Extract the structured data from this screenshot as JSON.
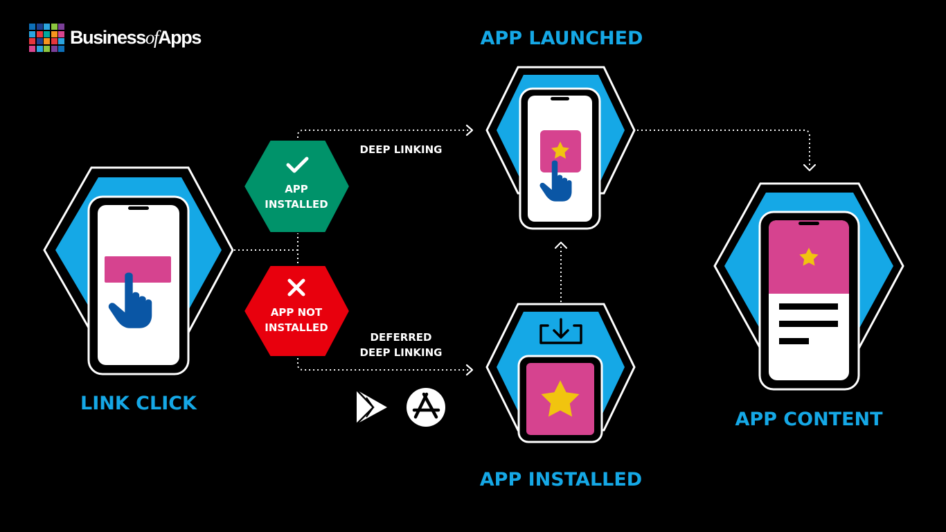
{
  "logo": {
    "word1": "Business",
    "word2": "of",
    "word3": "Apps",
    "grid_colors": [
      "#0d6fb8",
      "#1d3f8f",
      "#2ba5e0",
      "#8dc63f",
      "#7b3f98",
      "#2ba5e0",
      "#e8363d",
      "#00a99d",
      "#f7941d",
      "#d9458e",
      "#e8363d",
      "#1d3f8f",
      "#f7941d",
      "#e8363d",
      "#2ba5e0",
      "#d9458e",
      "#2ba5e0",
      "#8dc63f",
      "#7b3f98",
      "#0d6fb8"
    ]
  },
  "nodes": {
    "link_click": "LINK CLICK",
    "app_launched": "APP LAUNCHED",
    "app_installed": "APP INSTALLED",
    "app_content": "APP CONTENT"
  },
  "decisions": {
    "installed": {
      "line1": "APP",
      "line2": "INSTALLED"
    },
    "not_installed": {
      "line1": "APP NOT",
      "line2": "INSTALLED"
    }
  },
  "edges": {
    "deep_linking": "DEEP LINKING",
    "deferred_line1": "DEFERRED",
    "deferred_line2": "DEEP LINKING"
  },
  "icons": [
    "google-play-icon",
    "app-store-icon",
    "download-icon",
    "star-icon",
    "pointing-hand-icon",
    "checkmark-icon",
    "cross-icon"
  ],
  "colors": {
    "accent_blue": "#15a8e6",
    "installed_green": "#00936a",
    "not_installed_red": "#e8000d",
    "pink": "#d6438f",
    "star_yellow": "#f1c40f",
    "hand_blue": "#0a56a5"
  }
}
